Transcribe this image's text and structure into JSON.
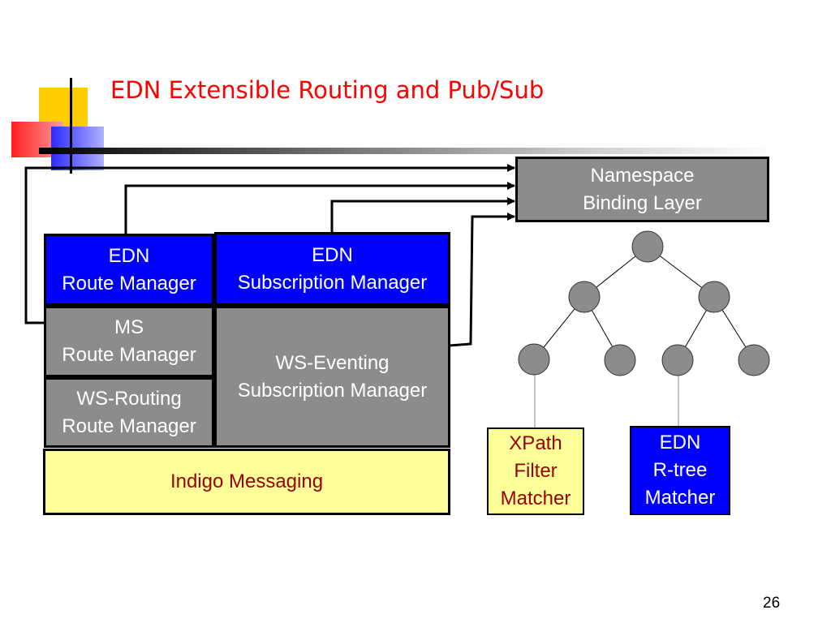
{
  "slide": {
    "title": "EDN Extensible Routing and Pub/Sub",
    "page_number": "26"
  },
  "stack": {
    "edn_route_manager": [
      "EDN",
      "Route Manager"
    ],
    "edn_subscription_manager": [
      "EDN",
      "Subscription Manager"
    ],
    "ms_route_manager": [
      "MS",
      "Route Manager"
    ],
    "ws_eventing_subscription_manager": [
      "WS-Eventing",
      "Subscription Manager"
    ],
    "ws_routing_route_manager": [
      "WS-Routing",
      "Route Manager"
    ],
    "indigo_messaging": "Indigo Messaging"
  },
  "namespace_layer": [
    "Namespace",
    "Binding Layer"
  ],
  "matchers": {
    "xpath": [
      "XPath",
      "Filter",
      "Matcher"
    ],
    "edn_rtree": [
      "EDN",
      "R-tree",
      "Matcher"
    ]
  },
  "colors": {
    "title": "#ff0000",
    "edn_blue": "#0000ff",
    "gray_box": "#8c8c8c",
    "yellow_box": "#ffff99",
    "yellow_text": "#990000"
  }
}
